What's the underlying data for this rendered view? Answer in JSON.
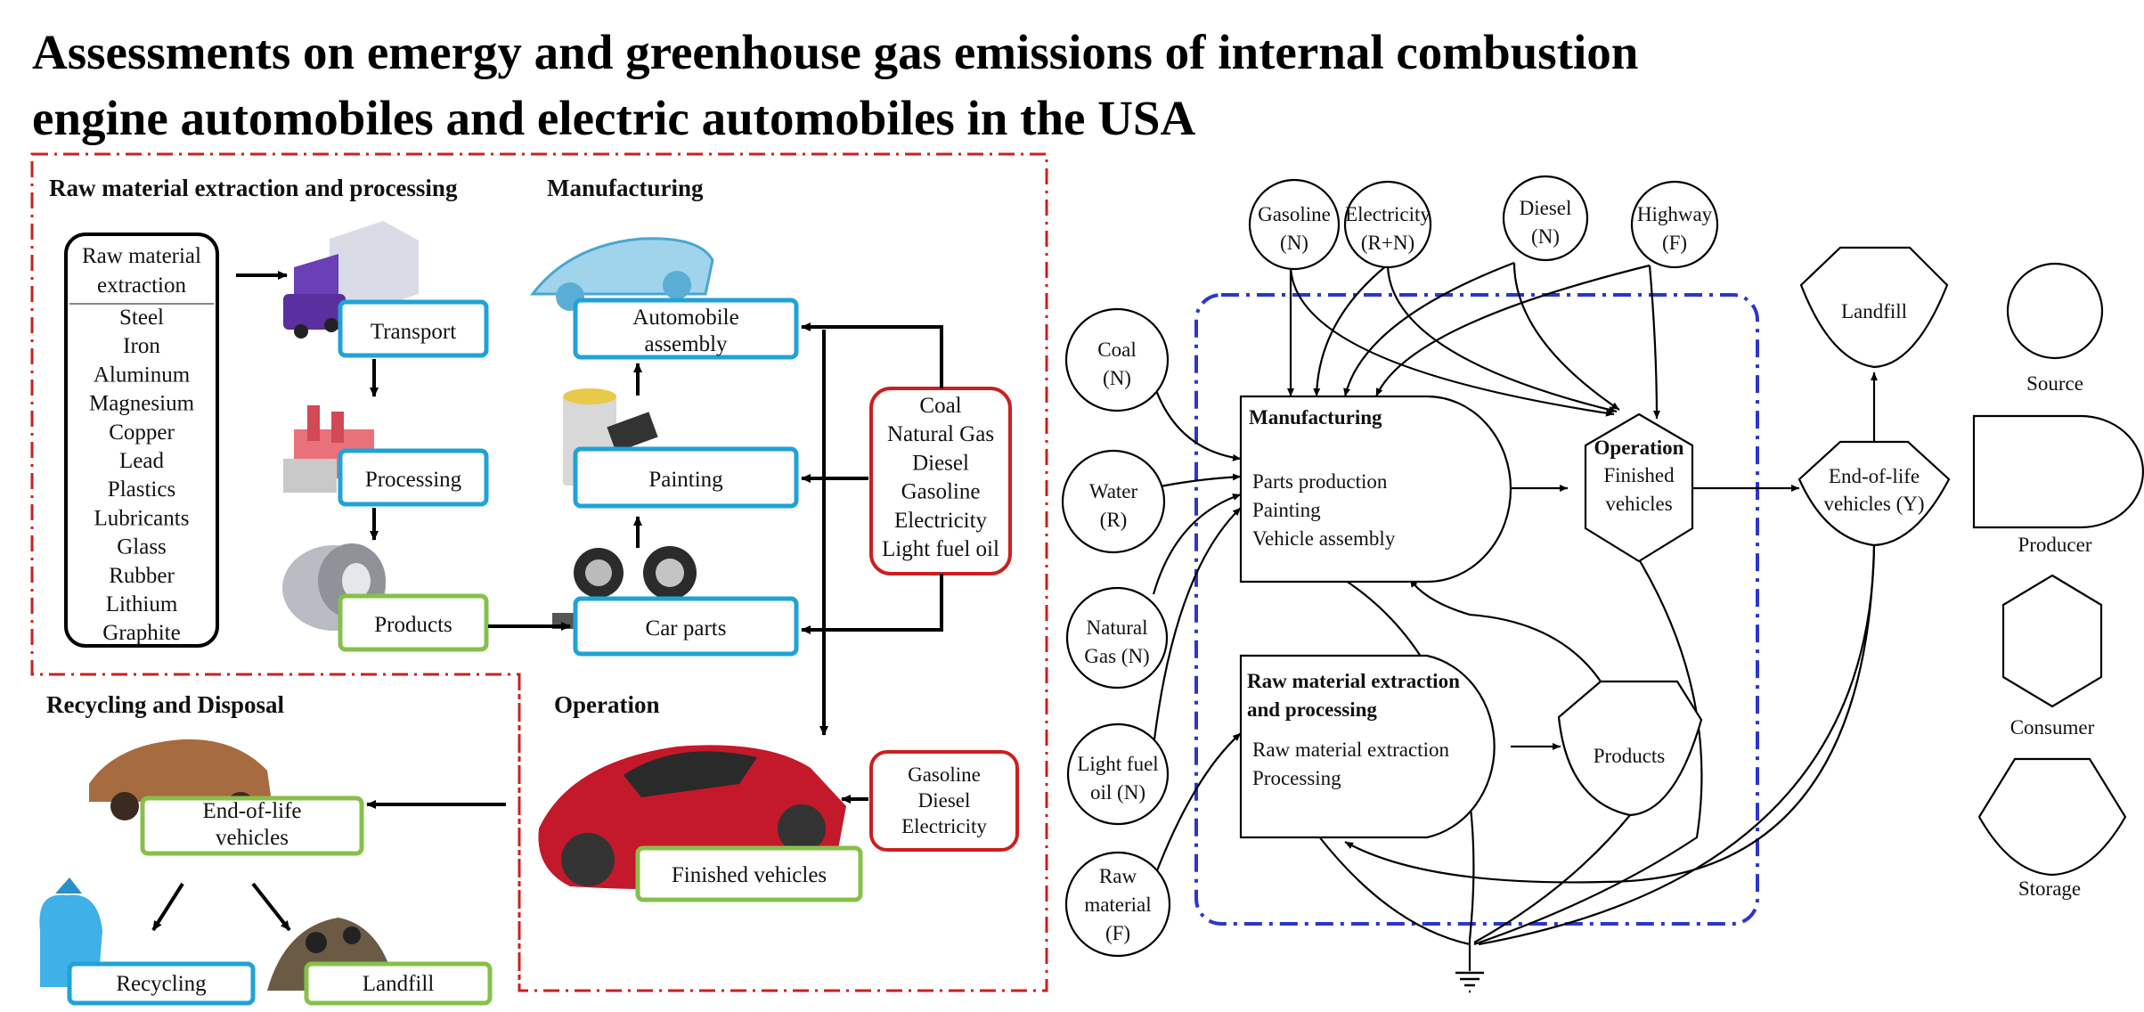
{
  "title_line1": "Assessments on emergy and greenhouse gas emissions of internal combustion",
  "title_line2": "engine automobiles and electric automobiles in the USA",
  "left": {
    "headers": {
      "raw": "Raw material extraction and processing",
      "manufacturing": "Manufacturing",
      "recycling": "Recycling and Disposal",
      "operation": "Operation"
    },
    "raw_box": {
      "title_1": "Raw material",
      "title_2": "extraction",
      "items": [
        "Steel",
        "Iron",
        "Aluminum",
        "Magnesium",
        "Copper",
        "Lead",
        "Plastics",
        "Lubricants",
        "Glass",
        "Rubber",
        "Lithium",
        "Graphite"
      ]
    },
    "boxes": {
      "transport": "Transport",
      "processing": "Processing",
      "products": "Products",
      "assembly_1": "Automobile",
      "assembly_2": "assembly",
      "painting": "Painting",
      "car_parts": "Car parts",
      "end_of_life_1": "End-of-life",
      "end_of_life_2": "vehicles",
      "recycling": "Recycling",
      "landfill": "Landfill",
      "finished": "Finished vehicles"
    },
    "fuels_manufacturing": [
      "Coal",
      "Natural Gas",
      "Diesel",
      "Gasoline",
      "Electricity",
      "Light fuel oil"
    ],
    "fuels_operation": [
      "Gasoline",
      "Diesel",
      "Electricity"
    ],
    "colors": {
      "red_border": "#cc1f1f",
      "blue_box": "#1fa3d6",
      "green_box": "#86c04a"
    }
  },
  "right": {
    "top_sources": [
      {
        "l1": "Gasoline",
        "l2": "(N)"
      },
      {
        "l1": "Electricity",
        "l2": "(R+N)"
      },
      {
        "l1": "Diesel",
        "l2": "(N)"
      },
      {
        "l1": "Highway",
        "l2": "(F)"
      }
    ],
    "left_sources": [
      {
        "l1": "Coal",
        "l2": "(N)"
      },
      {
        "l1": "Water",
        "l2": "(R)"
      },
      {
        "l1": "Natural",
        "l2": "Gas (N)"
      },
      {
        "l1": "Light fuel",
        "l2": "oil (N)"
      },
      {
        "l1": "Raw",
        "l2": "material",
        "l3": "(F)"
      }
    ],
    "manufacturing": {
      "title": "Manufacturing",
      "items": [
        "Parts production",
        "Painting",
        "Vehicle assembly"
      ]
    },
    "raw_processing": {
      "title_1": "Raw material extraction",
      "title_2": "and processing",
      "items": [
        "Raw material extraction",
        "Processing"
      ]
    },
    "operation": {
      "title": "Operation",
      "l1": "Finished",
      "l2": "vehicles"
    },
    "products": "Products",
    "end_of_life": {
      "l1": "End-of-life",
      "l2": "vehicles (Y)"
    },
    "landfill": "Landfill",
    "legend": [
      "Source",
      "Producer",
      "Consumer",
      "Storage"
    ],
    "colors": {
      "boundary": "#2b37c9"
    }
  }
}
